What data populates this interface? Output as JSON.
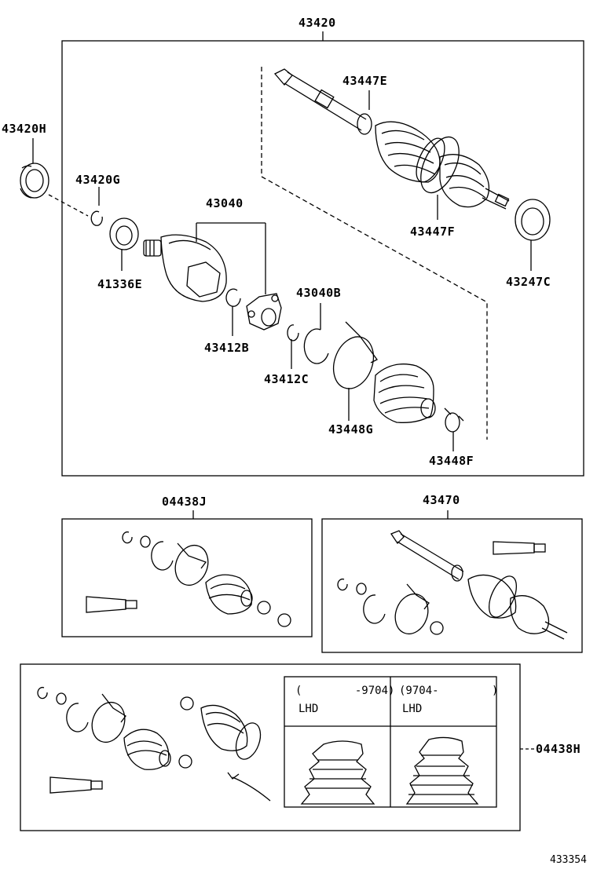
{
  "labels": {
    "p43420": "43420",
    "p43420H": "43420H",
    "p43420G": "43420G",
    "p43447E": "43447E",
    "p43040": "43040",
    "p41336E": "41336E",
    "p43447F": "43447F",
    "p43247C": "43247C",
    "p43040B": "43040B",
    "p43412B": "43412B",
    "p43412C": "43412C",
    "p43448G": "43448G",
    "p43448F": "43448F",
    "p04438J": "04438J",
    "p43470": "43470",
    "p04438H": "04438H",
    "ref": "433354"
  },
  "table": {
    "col1_range": "(        -9704)",
    "col2_range": "(9704-        )",
    "col1_region": "LHD",
    "col2_region": "LHD"
  }
}
